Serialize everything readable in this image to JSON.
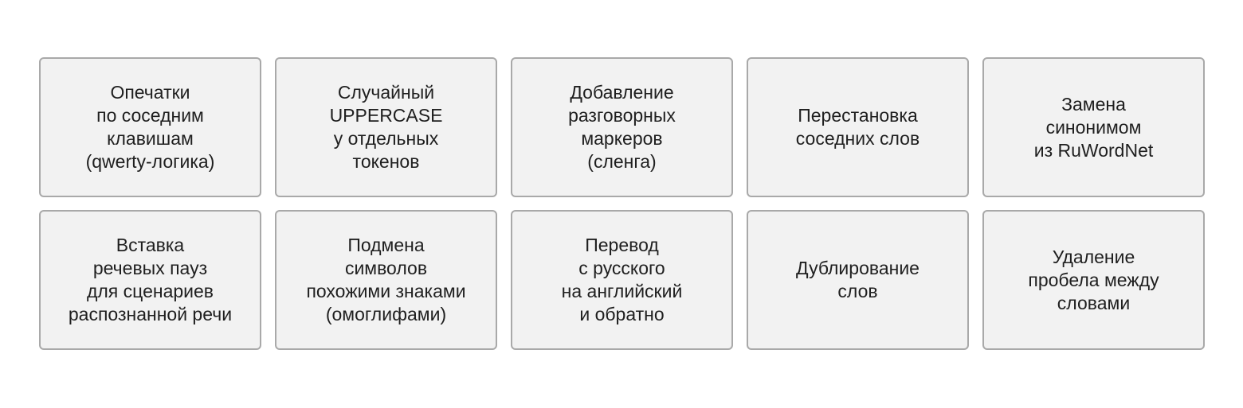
{
  "cards": [
    [
      "Опечатки",
      "по соседним",
      "клавишам",
      "(qwerty-логика)"
    ],
    [
      "Случайный",
      "UPPERCASE",
      "у отдельных",
      "токенов"
    ],
    [
      "Добавление",
      "разговорных",
      "маркеров",
      "(сленга)"
    ],
    [
      "Перестановка",
      "соседних слов"
    ],
    [
      "Замена",
      "синонимом",
      "из RuWordNet"
    ],
    [
      "Вставка",
      "речевых пауз",
      "для сценариев",
      "распознанной речи"
    ],
    [
      "Подмена",
      "символов",
      "похожими знаками",
      "(омоглифами)"
    ],
    [
      "Перевод",
      "с русского",
      "на английский",
      "и обратно"
    ],
    [
      "Дублирование",
      "слов"
    ],
    [
      "Удаление",
      "пробела между",
      "словами"
    ]
  ]
}
